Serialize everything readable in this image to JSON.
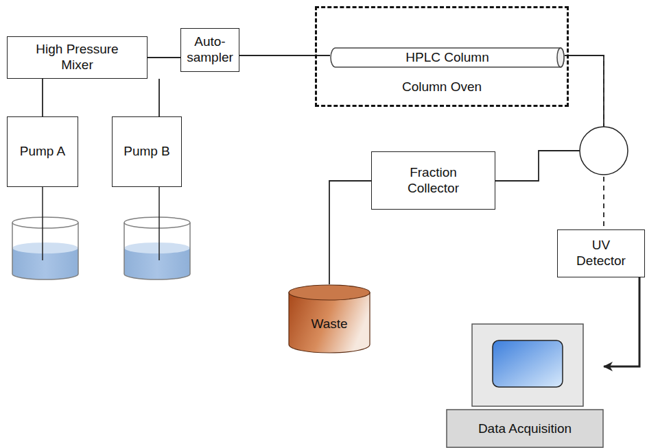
{
  "diagram": {
    "nodes": [
      {
        "text": [
          "High Pressure Mixer"
        ]
      },
      {
        "text": [
          "Auto- sampler"
        ]
      },
      {
        "text": [
          "Column Oven"
        ]
      },
      {
        "text": [
          "HPLC Column"
        ],
        "in": 2
      },
      {
        "text": [
          "Pump A"
        ]
      },
      {
        "text": [
          "Pump B"
        ]
      },
      {
        "text": [
          "Fraction Collector"
        ]
      },
      {
        "text": [
          "Waste"
        ]
      },
      {
        "text": [
          "UV Detector"
        ]
      },
      {
        "text": [
          "Data Acquisition"
        ]
      }
    ],
    "edges": [
      {
        "from": 4,
        "to": 0,
        "arrow": "none"
      },
      {
        "from": 5,
        "to": 0,
        "arrow": "none"
      },
      {
        "from": 0,
        "to": 1,
        "arrow": "none"
      },
      {
        "from": 1,
        "to": 3,
        "arrow": "none"
      },
      {
        "from": 3,
        "to": 6,
        "arrow": "none"
      },
      {
        "from": 3,
        "to": 8,
        "arrow": "none"
      },
      {
        "from": 6,
        "to": 7,
        "arrow": "none"
      },
      {
        "from": 8,
        "to": 9,
        "arrow": "to"
      }
    ]
  }
}
